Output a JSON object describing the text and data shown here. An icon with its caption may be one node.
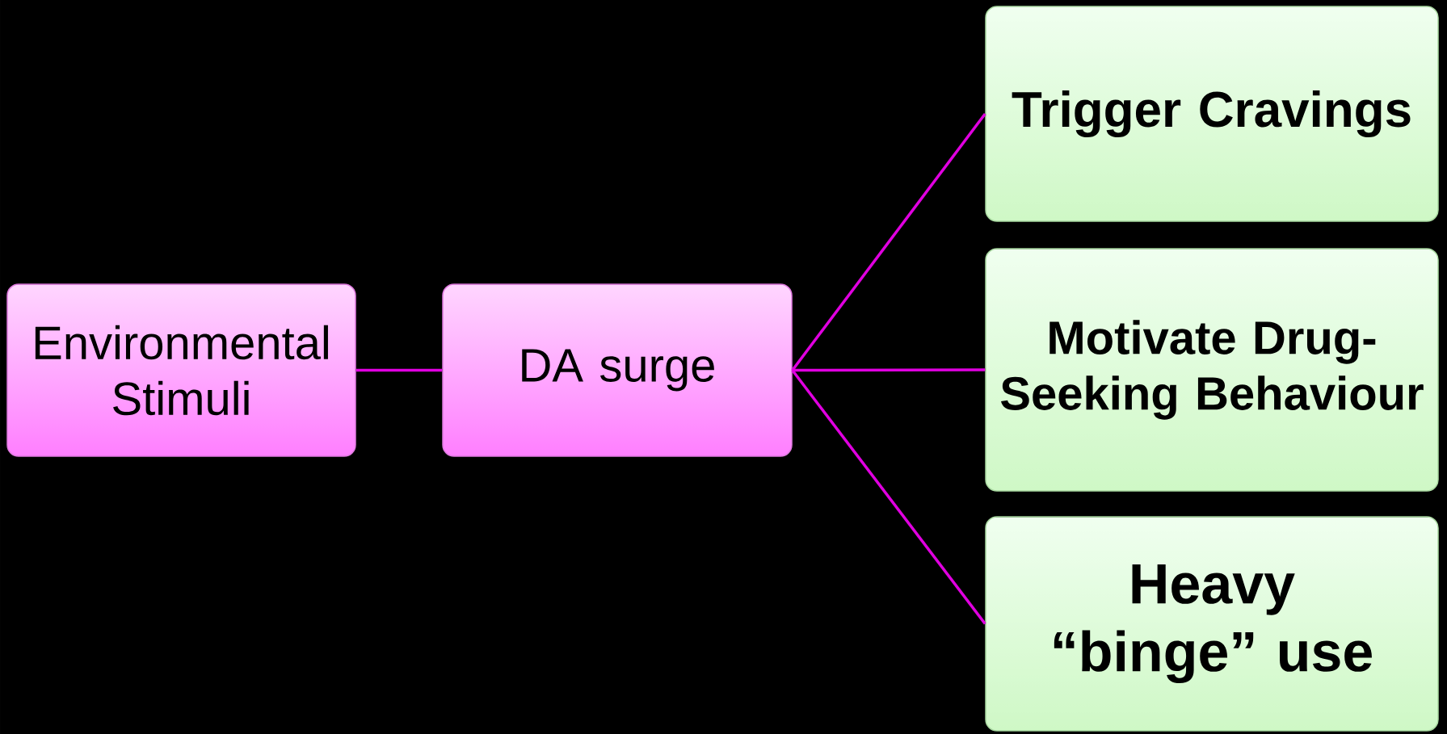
{
  "diagram": {
    "nodes": [
      {
        "text": [
          "Environmental Stimuli"
        ]
      },
      {
        "text": [
          "DA surge"
        ]
      },
      {
        "text": [
          "Trigger Cravings"
        ]
      },
      {
        "text": [
          "Motivate Drug-Seeking Behaviour"
        ]
      },
      {
        "text": [
          "Heavy “binge” use"
        ]
      }
    ],
    "edges": [
      {
        "from": 0,
        "to": 1,
        "arrow": "none"
      },
      {
        "from": 1,
        "to": 2,
        "arrow": "none"
      },
      {
        "from": 1,
        "to": 3,
        "arrow": "none"
      },
      {
        "from": 1,
        "to": 4,
        "arrow": "none"
      }
    ]
  }
}
